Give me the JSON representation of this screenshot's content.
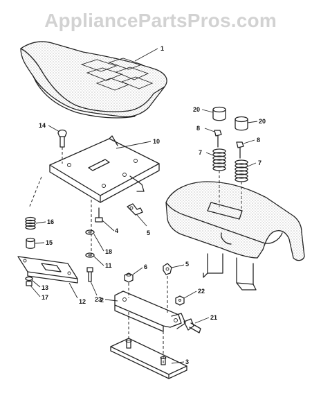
{
  "watermark": "AppliancePartsPros.com",
  "callouts": {
    "p1": "1",
    "p2": "2",
    "p3": "3",
    "p4": "4",
    "p5a": "5",
    "p5b": "5",
    "p6": "6",
    "p7a": "7",
    "p7b": "7",
    "p8a": "8",
    "p8b": "8",
    "p10": "10",
    "p11": "11",
    "p12": "12",
    "p13": "13",
    "p14": "14",
    "p15": "15",
    "p16": "16",
    "p17": "17",
    "p18": "18",
    "p20a": "20",
    "p20b": "20",
    "p21": "21",
    "p22": "22",
    "p23": "23"
  }
}
